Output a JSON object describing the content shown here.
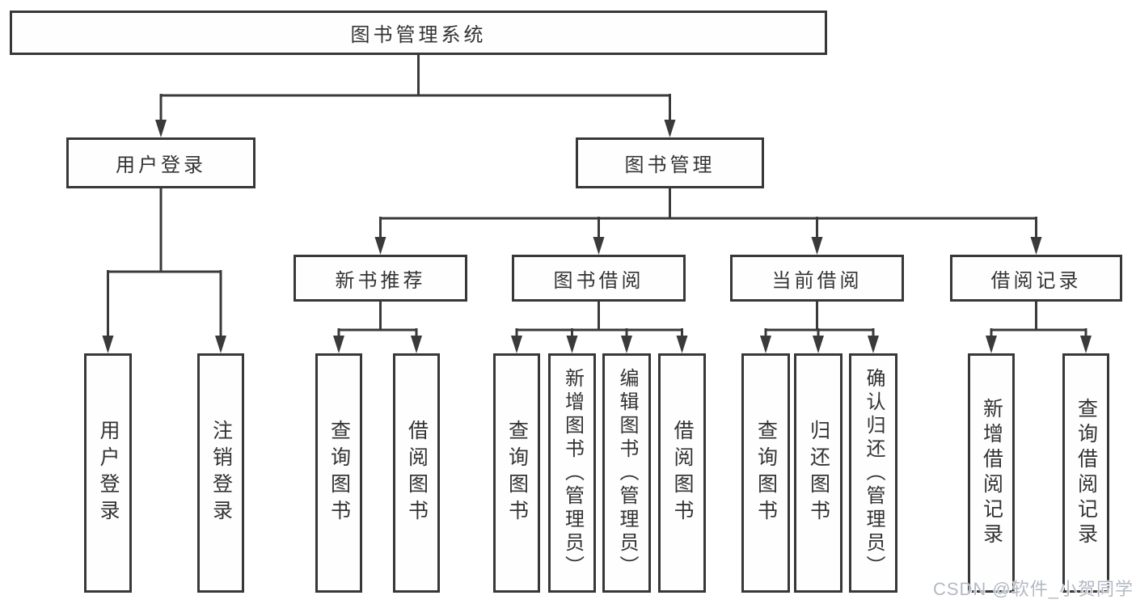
{
  "diagram_title": "图书管理系统",
  "tree": {
    "label": "图书管理系统",
    "children": [
      {
        "label": "用户登录",
        "children": [
          {
            "label": "用户登录"
          },
          {
            "label": "注销登录"
          }
        ]
      },
      {
        "label": "图书管理",
        "children": [
          {
            "label": "新书推荐",
            "children": [
              {
                "label": "查询图书"
              },
              {
                "label": "借阅图书"
              }
            ]
          },
          {
            "label": "图书借阅",
            "children": [
              {
                "label": "查询图书"
              },
              {
                "label": "新增图书（管理员）"
              },
              {
                "label": "编辑图书（管理员）"
              },
              {
                "label": "借阅图书"
              }
            ]
          },
          {
            "label": "当前借阅",
            "children": [
              {
                "label": "查询图书"
              },
              {
                "label": "归还图书"
              },
              {
                "label": "确认归还（管理员）"
              }
            ]
          },
          {
            "label": "借阅记录",
            "children": [
              {
                "label": "新增借阅记录"
              },
              {
                "label": "查询借阅记录"
              }
            ]
          }
        ]
      }
    ]
  },
  "watermark": {
    "text": "CSDN @软件_小贺同学"
  },
  "colors": {
    "line": "#3a3a3a",
    "box_border": "#383838",
    "box_background": "#fefefe",
    "text": "#333333",
    "watermark": "#b3b9c3"
  }
}
